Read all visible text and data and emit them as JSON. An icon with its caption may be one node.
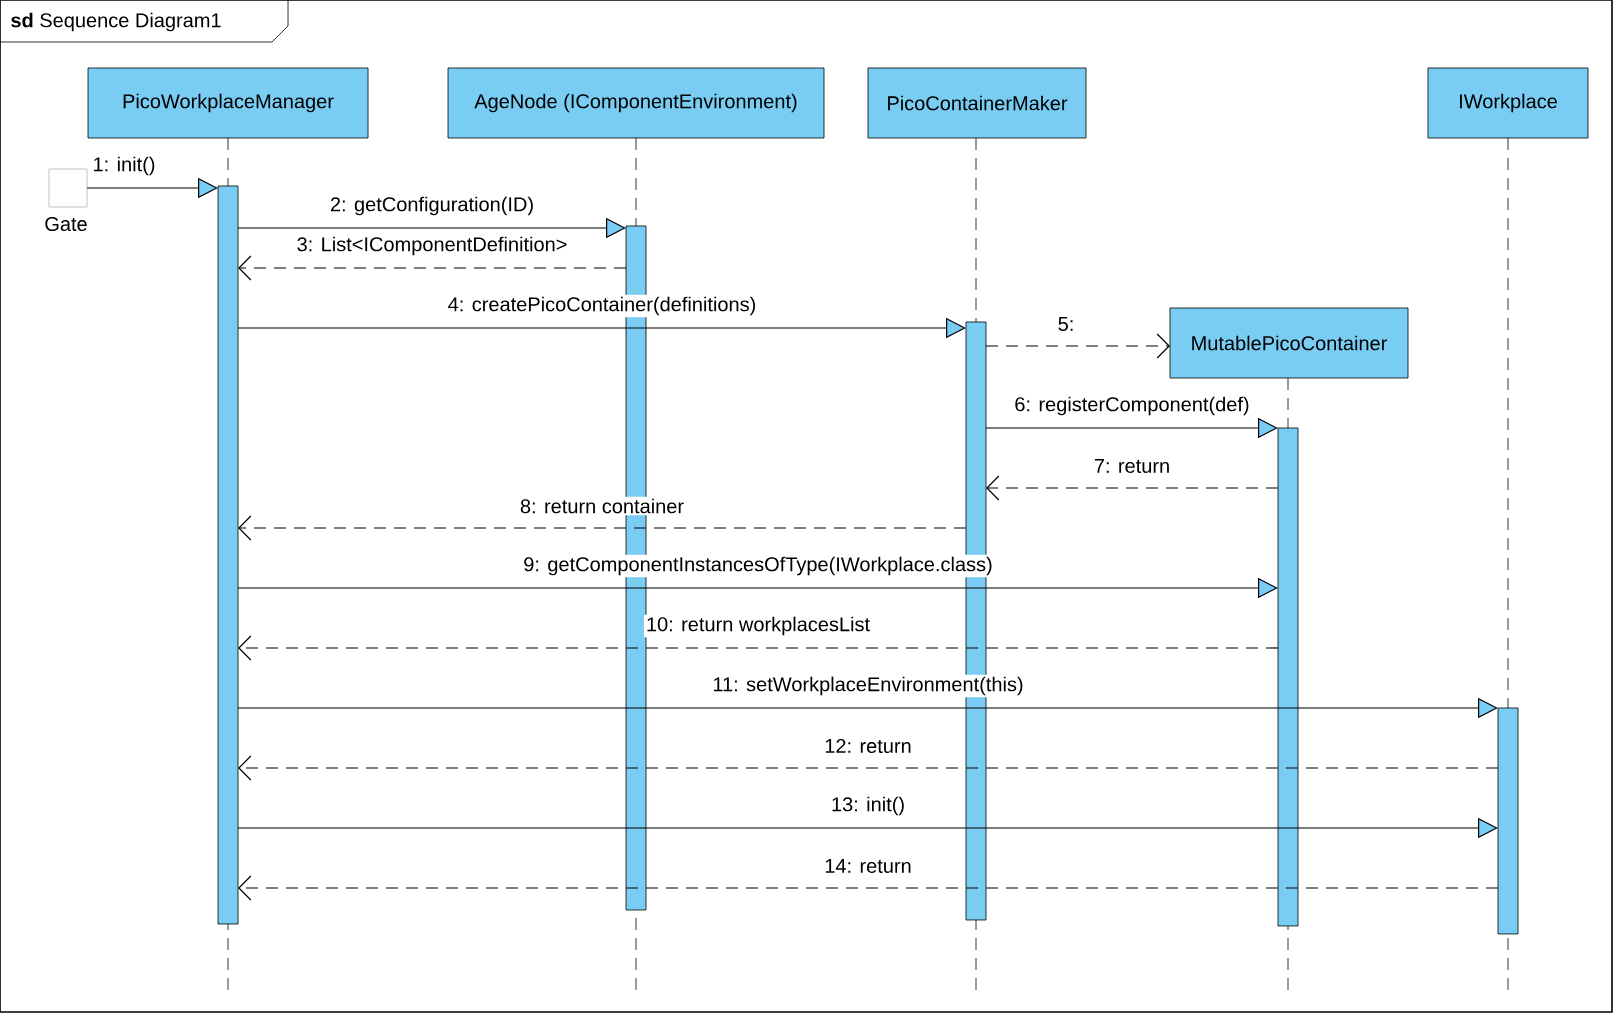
{
  "diagram": {
    "nodes": [
      {
        "text": [
          "**sd** Sequence Diagram1"
        ]
      },
      {
        "text": [
          "PicoWorkplaceManager"
        ],
        "in": 0
      },
      {
        "text": [
          "AgeNode (IComponentEnvironment)"
        ],
        "in": 0
      },
      {
        "text": [
          "PicoContainerMaker"
        ],
        "in": 0
      },
      {
        "text": [
          "MutablePicoContainer"
        ],
        "in": 0
      },
      {
        "text": [
          "IWorkplace"
        ],
        "in": 0
      },
      {
        "text": [
          "Gate"
        ],
        "in": 0
      },
      {
        "text": [],
        "shape": "bar",
        "in": 0
      },
      {
        "text": [],
        "shape": "bar",
        "in": 0
      },
      {
        "text": [],
        "shape": "bar",
        "in": 0
      },
      {
        "text": [],
        "shape": "bar",
        "in": 0
      },
      {
        "text": [],
        "shape": "bar",
        "in": 0
      }
    ],
    "edges": [
      {
        "from": 6,
        "to": 7,
        "arrow": "to",
        "label": "1: init()"
      },
      {
        "from": 7,
        "to": 8,
        "arrow": "to",
        "label": "2: getConfiguration(ID)"
      },
      {
        "from": 8,
        "to": 7,
        "arrow": "to",
        "style": "dashed",
        "label": "3: List<IComponentDefinition>"
      },
      {
        "from": 7,
        "to": 9,
        "arrow": "to",
        "label": "4: createPicoContainer(definitions)"
      },
      {
        "from": 9,
        "to": 4,
        "arrow": "to",
        "style": "dashed",
        "label": "5:"
      },
      {
        "from": 9,
        "to": 10,
        "arrow": "to",
        "label": "6: registerComponent(def)"
      },
      {
        "from": 10,
        "to": 9,
        "arrow": "to",
        "style": "dashed",
        "label": "7: return"
      },
      {
        "from": 9,
        "to": 7,
        "arrow": "to",
        "style": "dashed",
        "label": "8: return container"
      },
      {
        "from": 7,
        "to": 10,
        "arrow": "to",
        "label": "9: getComponentInstancesOfType(IWorkplace.class)"
      },
      {
        "from": 10,
        "to": 7,
        "arrow": "to",
        "style": "dashed",
        "label": "10: return workplacesList"
      },
      {
        "from": 7,
        "to": 11,
        "arrow": "to",
        "label": "11: setWorkplaceEnvironment(this)"
      },
      {
        "from": 11,
        "to": 7,
        "arrow": "to",
        "style": "dashed",
        "label": "12: return"
      },
      {
        "from": 7,
        "to": 11,
        "arrow": "to",
        "label": "13: init()"
      },
      {
        "from": 11,
        "to": 7,
        "arrow": "to",
        "style": "dashed",
        "label": "14: return"
      }
    ]
  }
}
